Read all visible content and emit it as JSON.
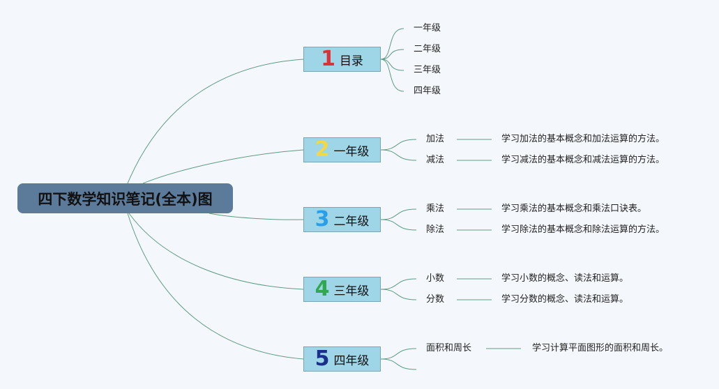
{
  "root": {
    "title": "四下数学知识笔记(全本)图"
  },
  "colors": {
    "root_bg": "#5c7a9a",
    "branch_bg": "#9ed5e7",
    "connector": "#5f9a82"
  },
  "branches": [
    {
      "number": "1",
      "number_color": "#d9323a",
      "label": "目录",
      "items": [
        {
          "title": "一年级",
          "description": ""
        },
        {
          "title": "二年级",
          "description": ""
        },
        {
          "title": "三年级",
          "description": ""
        },
        {
          "title": "四年级",
          "description": ""
        }
      ]
    },
    {
      "number": "2",
      "number_color": "#f2d64b",
      "label": "一年级",
      "items": [
        {
          "title": "加法",
          "description": "学习加法的基本概念和加法运算的方法。"
        },
        {
          "title": "减法",
          "description": "学习减法的基本概念和减法运算的方法。"
        }
      ]
    },
    {
      "number": "3",
      "number_color": "#2a9ee8",
      "label": "二年级",
      "items": [
        {
          "title": "乘法",
          "description": "学习乘法的基本概念和乘法口诀表。"
        },
        {
          "title": "除法",
          "description": "学习除法的基本概念和除法运算的方法。"
        }
      ]
    },
    {
      "number": "4",
      "number_color": "#2fa84f",
      "label": "三年级",
      "items": [
        {
          "title": "小数",
          "description": "学习小数的概念、读法和运算。"
        },
        {
          "title": "分数",
          "description": "学习分数的概念、读法和运算。"
        }
      ]
    },
    {
      "number": "5",
      "number_color": "#1a2f8a",
      "label": "四年级",
      "items": [
        {
          "title": "面积和周长",
          "description": "学习计算平面图形的面积和周长。"
        },
        {
          "title": "",
          "description": ""
        }
      ]
    }
  ]
}
